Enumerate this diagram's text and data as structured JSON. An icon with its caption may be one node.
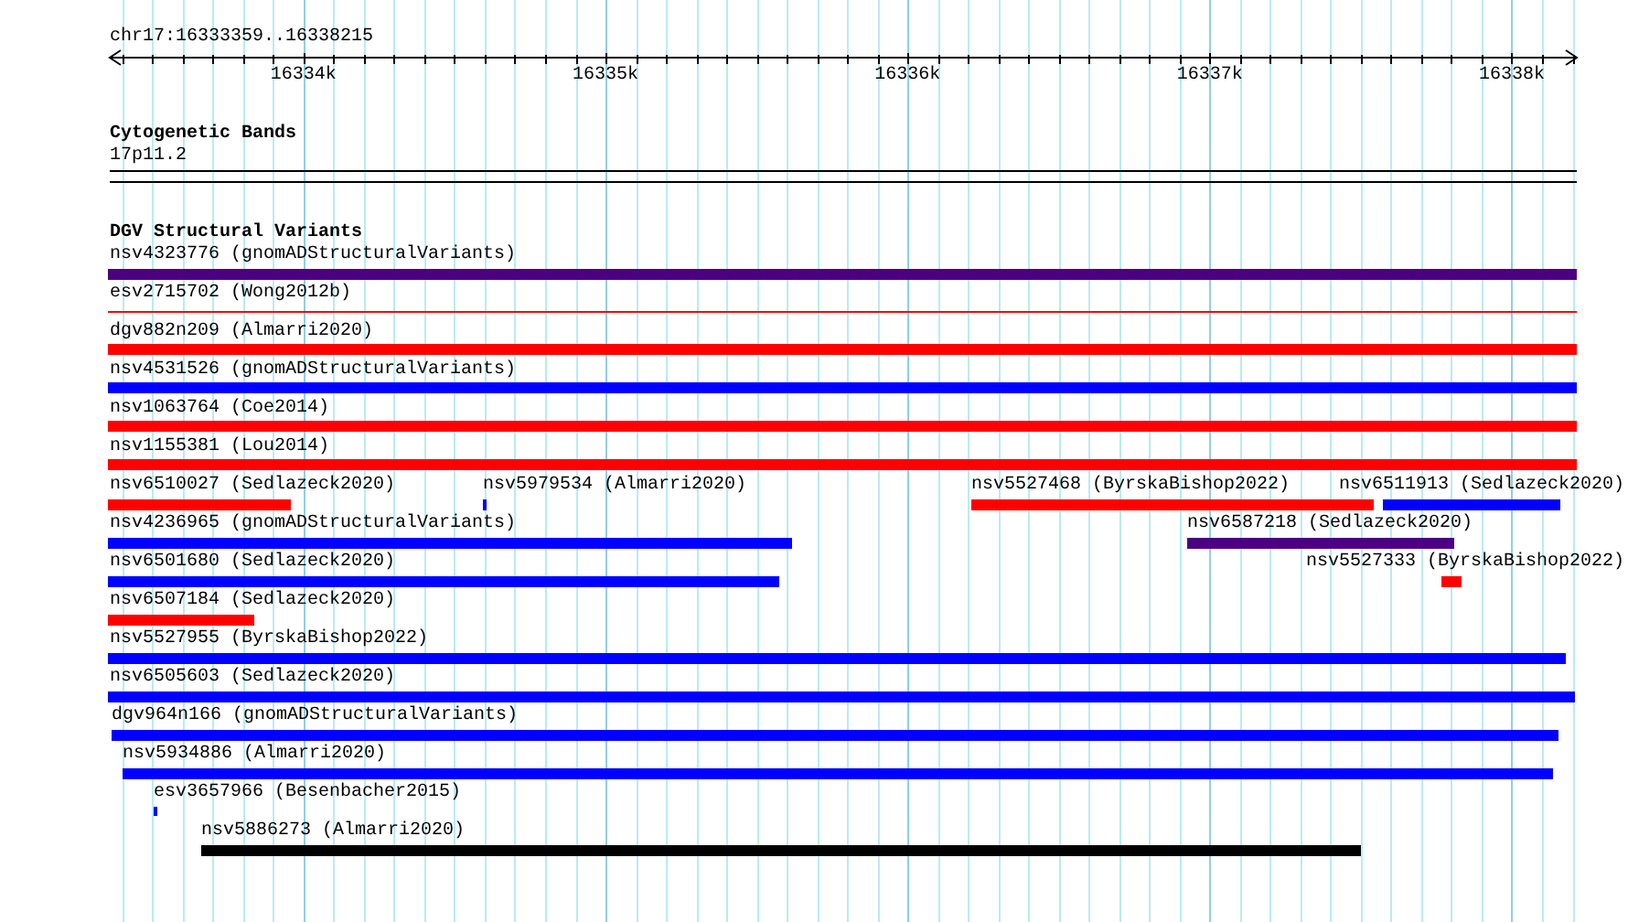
{
  "diagram": {
    "labels": [
      "chr17:16333359..16338215",
      "16334k",
      "16335k",
      "16336k",
      "16337k",
      "16338k",
      "Cytogenetic Bands",
      "17p11.2",
      "DGV Structural Variants"
    ],
    "nodes": [
      {
        "text": [
          "nsv4323776 (gnomADStructuralVariants)"
        ]
      },
      {
        "text": [
          "esv2715702 (Wong2012b)"
        ]
      },
      {
        "text": [
          "dgv882n209 (Almarri2020)"
        ]
      },
      {
        "text": [
          "nsv4531526 (gnomADStructuralVariants)"
        ]
      },
      {
        "text": [
          "nsv1063764 (Coe2014)"
        ]
      },
      {
        "text": [
          "nsv1155381 (Lou2014)"
        ]
      },
      {
        "text": [
          "nsv6510027 (Sedlazeck2020)"
        ]
      },
      {
        "text": [
          "nsv5979534 (Almarri2020)"
        ]
      },
      {
        "text": [
          "nsv5527468 (ByrskaBishop2022)"
        ]
      },
      {
        "text": [
          "nsv6511913 (Sedlazeck2020)"
        ]
      },
      {
        "text": [
          "nsv4236965 (gnomADStructuralVariants)"
        ]
      },
      {
        "text": [
          "nsv6587218 (Sedlazeck2020)"
        ]
      },
      {
        "text": [
          "nsv6501680 (Sedlazeck2020)"
        ]
      },
      {
        "text": [
          "nsv5527333 (ByrskaBishop2022)"
        ]
      },
      {
        "text": [
          "nsv6507184 (Sedlazeck2020)"
        ]
      },
      {
        "text": [
          "nsv5527955 (ByrskaBishop2022)"
        ]
      },
      {
        "text": [
          "nsv6505603 (Sedlazeck2020)"
        ]
      },
      {
        "text": [
          "dgv964n166 (gnomADStructuralVariants)"
        ]
      },
      {
        "text": [
          "nsv5934886 (Almarri2020)"
        ]
      },
      {
        "text": [
          "esv3657966 (Besenbacher2015)"
        ]
      },
      {
        "text": [
          "nsv5886273 (Almarri2020)"
        ]
      }
    ]
  }
}
